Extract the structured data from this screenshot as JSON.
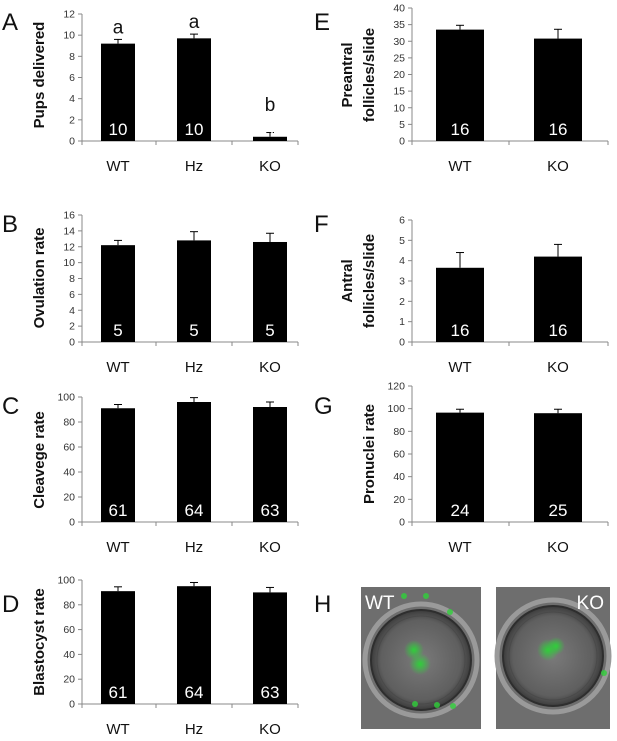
{
  "chart_data": [
    {
      "type": "bar",
      "panel": "A",
      "ylabel": "Pups delivered",
      "categories": [
        "WT",
        "Hz",
        "KO"
      ],
      "values": [
        9.2,
        9.7,
        0.4
      ],
      "errors": [
        0.4,
        0.4,
        0.4
      ],
      "n": [
        "10",
        "10",
        "10"
      ],
      "significance": [
        "a",
        "a",
        "b"
      ],
      "ylim": [
        0,
        12
      ],
      "yticks": [
        0,
        2,
        4,
        6,
        8,
        10,
        12
      ]
    },
    {
      "type": "bar",
      "panel": "B",
      "ylabel": "Ovulation rate",
      "categories": [
        "WT",
        "Hz",
        "KO"
      ],
      "values": [
        12.2,
        12.8,
        12.6
      ],
      "errors": [
        0.6,
        1.1,
        1.1
      ],
      "n": [
        "5",
        "5",
        "5"
      ],
      "ylim": [
        0,
        16
      ],
      "yticks": [
        0,
        2,
        4,
        6,
        8,
        10,
        12,
        14,
        16
      ]
    },
    {
      "type": "bar",
      "panel": "C",
      "ylabel": "Cleavege rate",
      "categories": [
        "WT",
        "Hz",
        "KO"
      ],
      "values": [
        91,
        96,
        92
      ],
      "errors": [
        3,
        3.5,
        4
      ],
      "n": [
        "61",
        "64",
        "63"
      ],
      "ylim": [
        0,
        100
      ],
      "yticks": [
        0,
        20,
        40,
        60,
        80,
        100
      ]
    },
    {
      "type": "bar",
      "panel": "D",
      "ylabel": "Blastocyst rate",
      "categories": [
        "WT",
        "Hz",
        "KO"
      ],
      "values": [
        91,
        95,
        90
      ],
      "errors": [
        3.5,
        3,
        4
      ],
      "n": [
        "61",
        "64",
        "63"
      ],
      "ylim": [
        0,
        100
      ],
      "yticks": [
        0,
        20,
        40,
        60,
        80,
        100
      ]
    },
    {
      "type": "bar",
      "panel": "E",
      "ylabel": [
        "Preantral",
        "follicles/slide"
      ],
      "categories": [
        "WT",
        "KO"
      ],
      "values": [
        33.5,
        30.8
      ],
      "errors": [
        1.3,
        2.8
      ],
      "n": [
        "16",
        "16"
      ],
      "ylim": [
        0,
        40
      ],
      "yticks": [
        0,
        5,
        10,
        15,
        20,
        25,
        30,
        35,
        40
      ]
    },
    {
      "type": "bar",
      "panel": "F",
      "ylabel": [
        "Antral",
        "follicles/slide"
      ],
      "categories": [
        "WT",
        "KO"
      ],
      "values": [
        3.65,
        4.2
      ],
      "errors": [
        0.75,
        0.6
      ],
      "n": [
        "16",
        "16"
      ],
      "ylim": [
        0,
        6
      ],
      "yticks": [
        0,
        1,
        2,
        3,
        4,
        5,
        6
      ]
    },
    {
      "type": "bar",
      "panel": "G",
      "ylabel": "Pronuclei rate",
      "categories": [
        "WT",
        "KO"
      ],
      "values": [
        96.5,
        96
      ],
      "errors": [
        3,
        3.5
      ],
      "n": [
        "24",
        "25"
      ],
      "ylim": [
        0,
        120
      ],
      "yticks": [
        0,
        20,
        40,
        60,
        80,
        100,
        120
      ]
    }
  ],
  "image_panel": {
    "panel": "H",
    "labels": [
      "WT",
      "KO"
    ],
    "colors": {
      "background": "#6e6e6e",
      "signal": "#2fcf3a"
    }
  }
}
